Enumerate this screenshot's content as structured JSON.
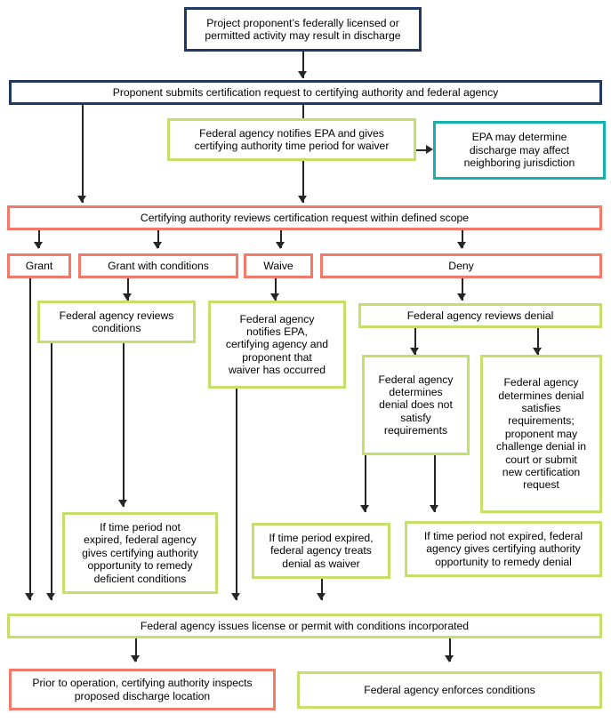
{
  "diagram": {
    "title": "Clean Water Act Section 401 certification process flowchart",
    "colors": {
      "navy": "#1f3864",
      "green": "#c5e06a",
      "teal": "#12b2b2",
      "salmon": "#f4796b",
      "connector": "#262626",
      "background": "#ffffff"
    }
  },
  "nodes": {
    "start": "Project proponent’s federally licensed or\npermitted activity may result in discharge",
    "submit": "Proponent submits certification request to certifying authority and federal agency",
    "notify_epa": "Federal agency notifies EPA and gives\ncertifying authority time period for waiver",
    "epa_determine": "EPA may determine\ndischarge may affect\nneighboring jurisdiction",
    "review_scope": "Certifying authority reviews certification request within defined scope",
    "grant": "Grant",
    "grant_conditions": "Grant with conditions",
    "waive": "Waive",
    "deny": "Deny",
    "reviews_conditions": "Federal agency reviews\nconditions",
    "notifies_waiver": "Federal agency\nnotifies EPA,\ncertifying agency and\nproponent that\nwaiver has occurred",
    "reviews_denial": "Federal agency reviews denial",
    "denial_not_satisfy": "Federal agency\ndetermines\ndenial does not\nsatisfy\nrequirements",
    "denial_satisfies": "Federal agency\ndetermines denial\nsatisfies\nrequirements;\nproponent may\nchallenge denial in\ncourt or submit\nnew certification\nrequest",
    "remedy_conditions": "If time period not\nexpired, federal agency\ngives certifying authority\nopportunity to remedy\ndeficient conditions",
    "treats_as_waiver": "If time period expired,\nfederal agency treats\ndenial as waiver",
    "remedy_denial": "If time period not expired, federal\nagency gives certifying authority\nopportunity to remedy denial",
    "issues_license": "Federal agency issues license or permit with conditions incorporated",
    "inspects": "Prior to operation, certifying authority inspects\nproposed discharge location",
    "enforces": "Federal agency enforces conditions"
  }
}
